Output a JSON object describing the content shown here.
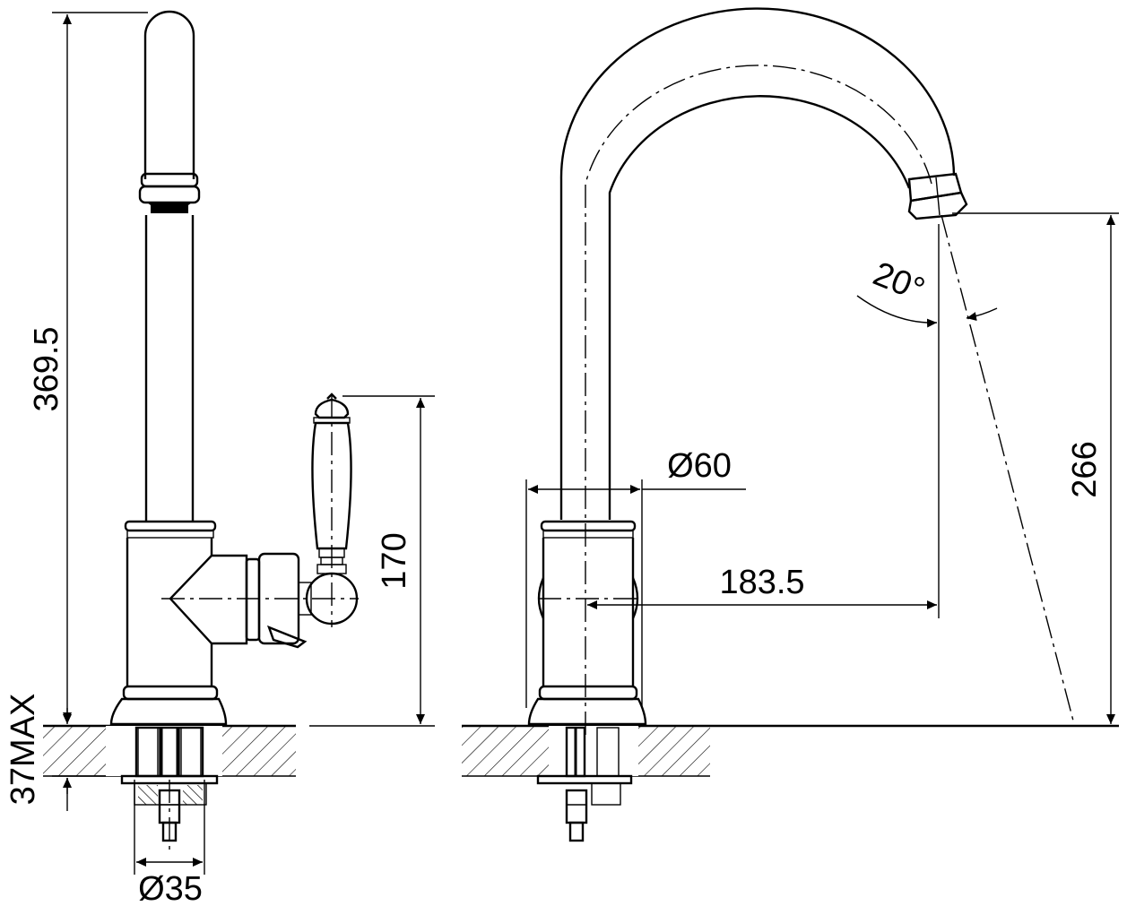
{
  "dimensions": {
    "total_height": "369.5",
    "handle_height": "170",
    "mount_max": "37MAX",
    "base_diameter": "Ø35",
    "body_diameter": "Ø60",
    "reach": "183.5",
    "spout_height": "266",
    "spray_angle": "20°"
  }
}
